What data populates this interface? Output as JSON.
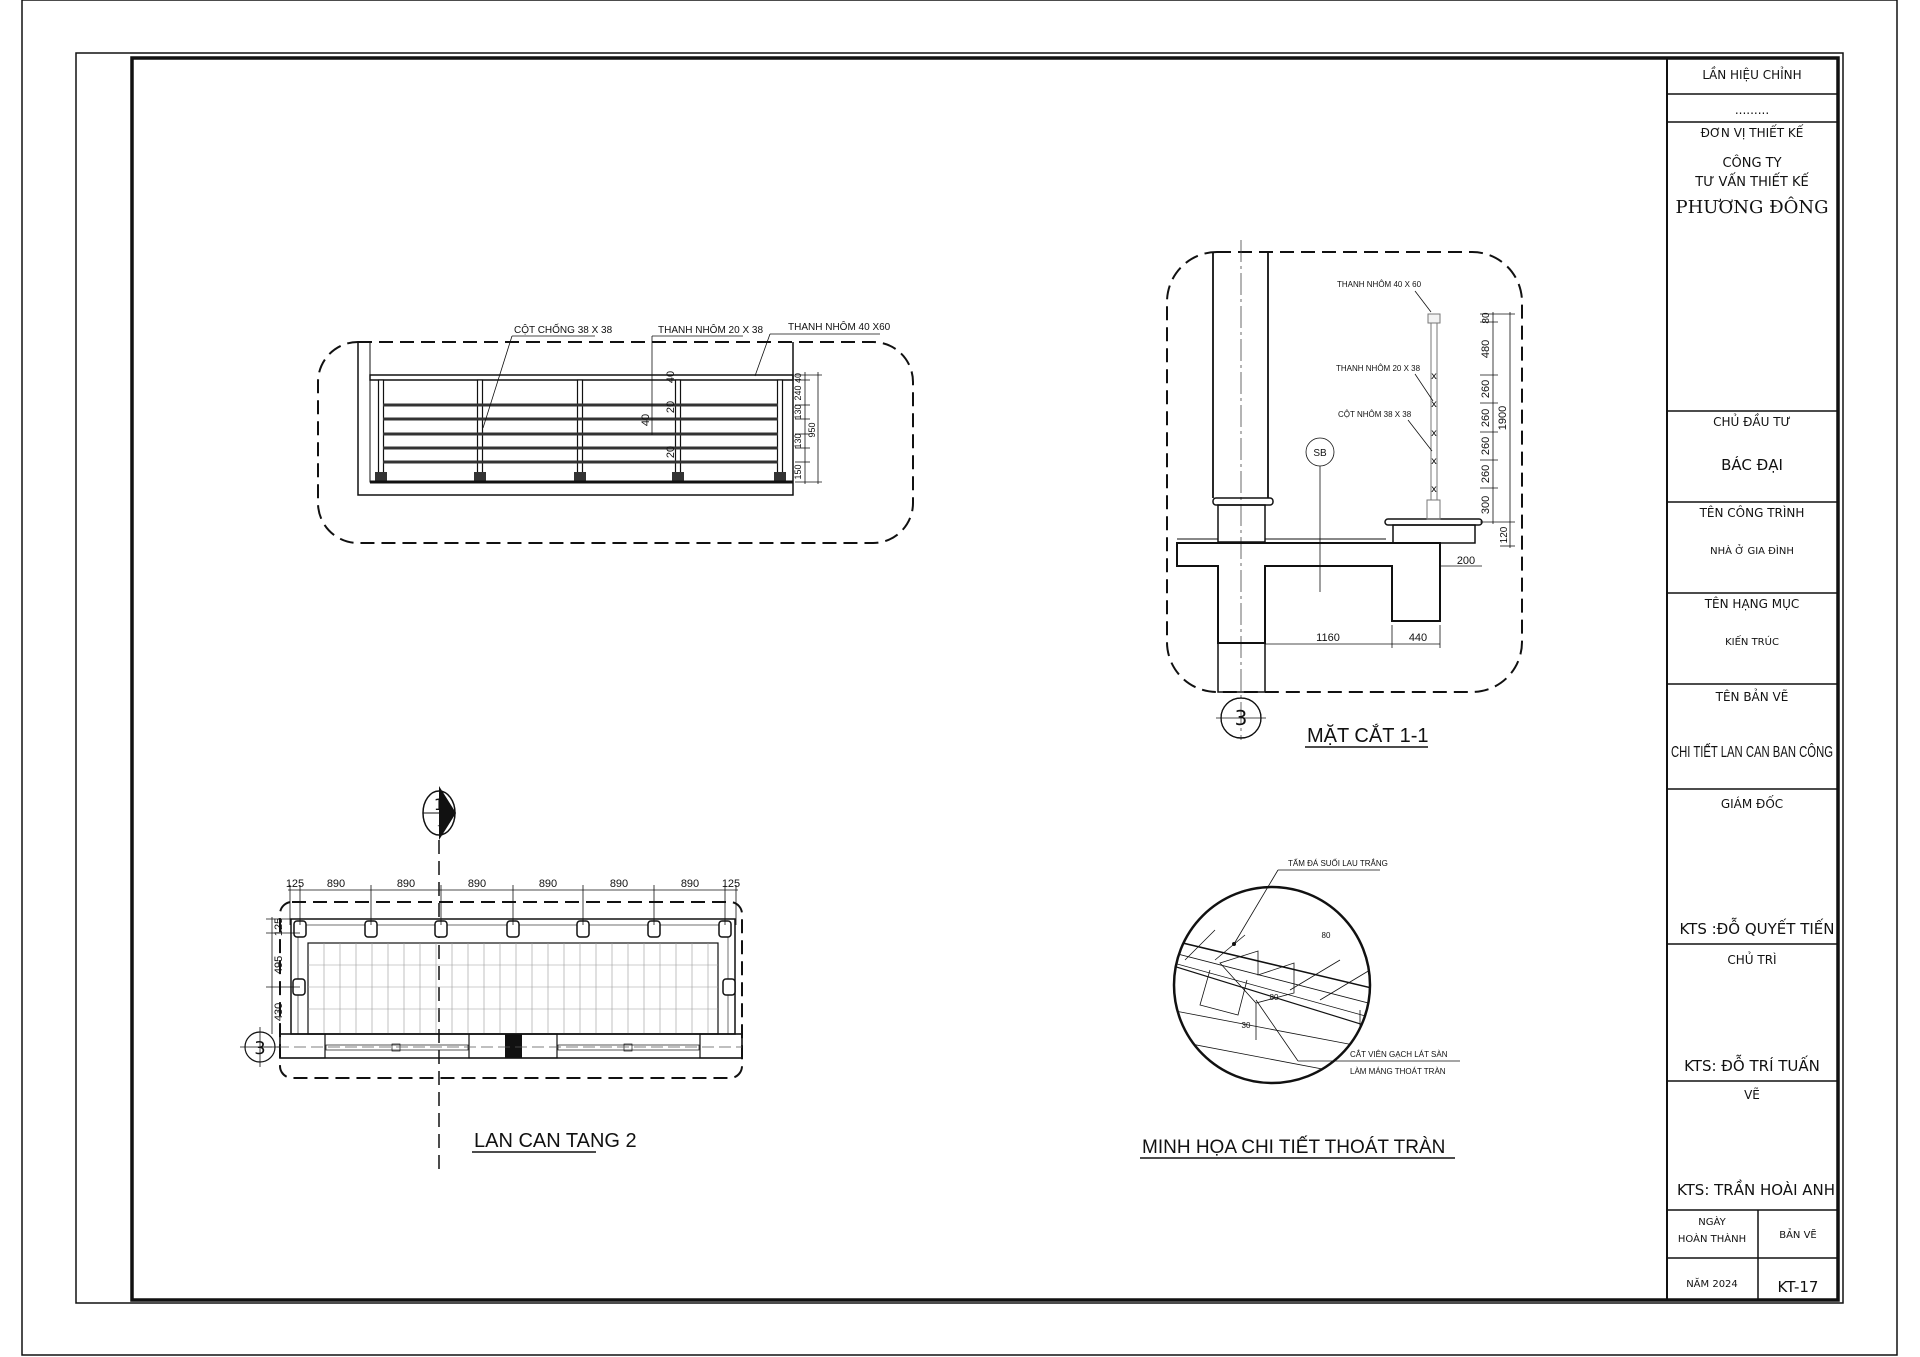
{
  "title_block": {
    "revision_label": "LẦN HIỆU CHỈNH",
    "revision_value": ".........",
    "design_unit_label": "ĐƠN VỊ THIẾT KẾ",
    "company_line1": "CÔNG TY",
    "company_line2": "TƯ VẤN THIẾT KẾ",
    "company_name": "PHƯƠNG ĐÔNG",
    "investor_label": "CHỦ ĐẦU TƯ",
    "investor_value": "BÁC ĐẠI",
    "project_label": "TÊN CÔNG TRÌNH",
    "project_value": "NHÀ Ở GIA ĐÌNH",
    "category_label": "TÊN HẠNG MỤC",
    "category_value": "KIẾN TRÚC",
    "drawing_name_label": "TÊN BẢN VẼ",
    "drawing_name_value": "CHI TIẾT LAN CAN BAN CÔNG",
    "director_label": "GIÁM ĐỐC",
    "director_value": "KTS :ĐỖ QUYẾT TIẾN",
    "lead_label": "CHỦ  TRÌ",
    "lead_value": "KTS: ĐỖ TRÍ TUẤN",
    "drawn_label": "VẼ",
    "drawn_value": "KTS: TRẦN HOÀI ANH",
    "date_label_line1": "NGÀY",
    "date_label_line2": "HOÀN THÀNH",
    "sheet_label": "BẢN VẼ",
    "date_value": "NĂM 2024",
    "sheet_value": "KT-17"
  },
  "elevation": {
    "label_post": "CỘT CHỐNG 38 X 38",
    "label_bar": "THANH NHÔM 20 X 38",
    "label_top_rail": "THANH NHÔM 40 X60",
    "dims_right": [
      "40",
      "240",
      "130",
      "130",
      "150"
    ],
    "dim_total": "950",
    "dims_inner": [
      "40",
      "20",
      "40",
      "20"
    ]
  },
  "section": {
    "title": "MẶT CẮT 1-1",
    "label_top_rail": "THANH NHÔM 40 X 60",
    "label_bar": "THANH NHÔM 20 X 38",
    "label_post": "CỘT NHÔM 38 X 38",
    "tag": "SB",
    "grid": "3",
    "dims_vertical": [
      "80",
      "480",
      "260",
      "260",
      "260",
      "260",
      "300"
    ],
    "dim_total": "1900",
    "dim_base": "120",
    "dim_step": "200",
    "dims_horizontal": [
      "1160",
      "440"
    ]
  },
  "plan": {
    "title": "LAN CAN TANG 2",
    "section_mark_number": "1",
    "section_mark_sheet": "-",
    "grid": "3",
    "dims_top": [
      "125",
      "890",
      "890",
      "890",
      "890",
      "890",
      "890",
      "125"
    ],
    "dims_left": [
      "125",
      "495",
      "430"
    ]
  },
  "detail": {
    "title": "MINH HỌA CHI TIẾT THOÁT TRÀN",
    "label_stone": "TẤM ĐÁ SUỐI LAU TRẮNG",
    "label_cut_line1": "CẮT VIÊN GẠCH LÁT SÀN",
    "label_cut_line2": "LÀM MÁNG THOÁT TRÀN",
    "dims": [
      "80",
      "80",
      "30"
    ]
  }
}
